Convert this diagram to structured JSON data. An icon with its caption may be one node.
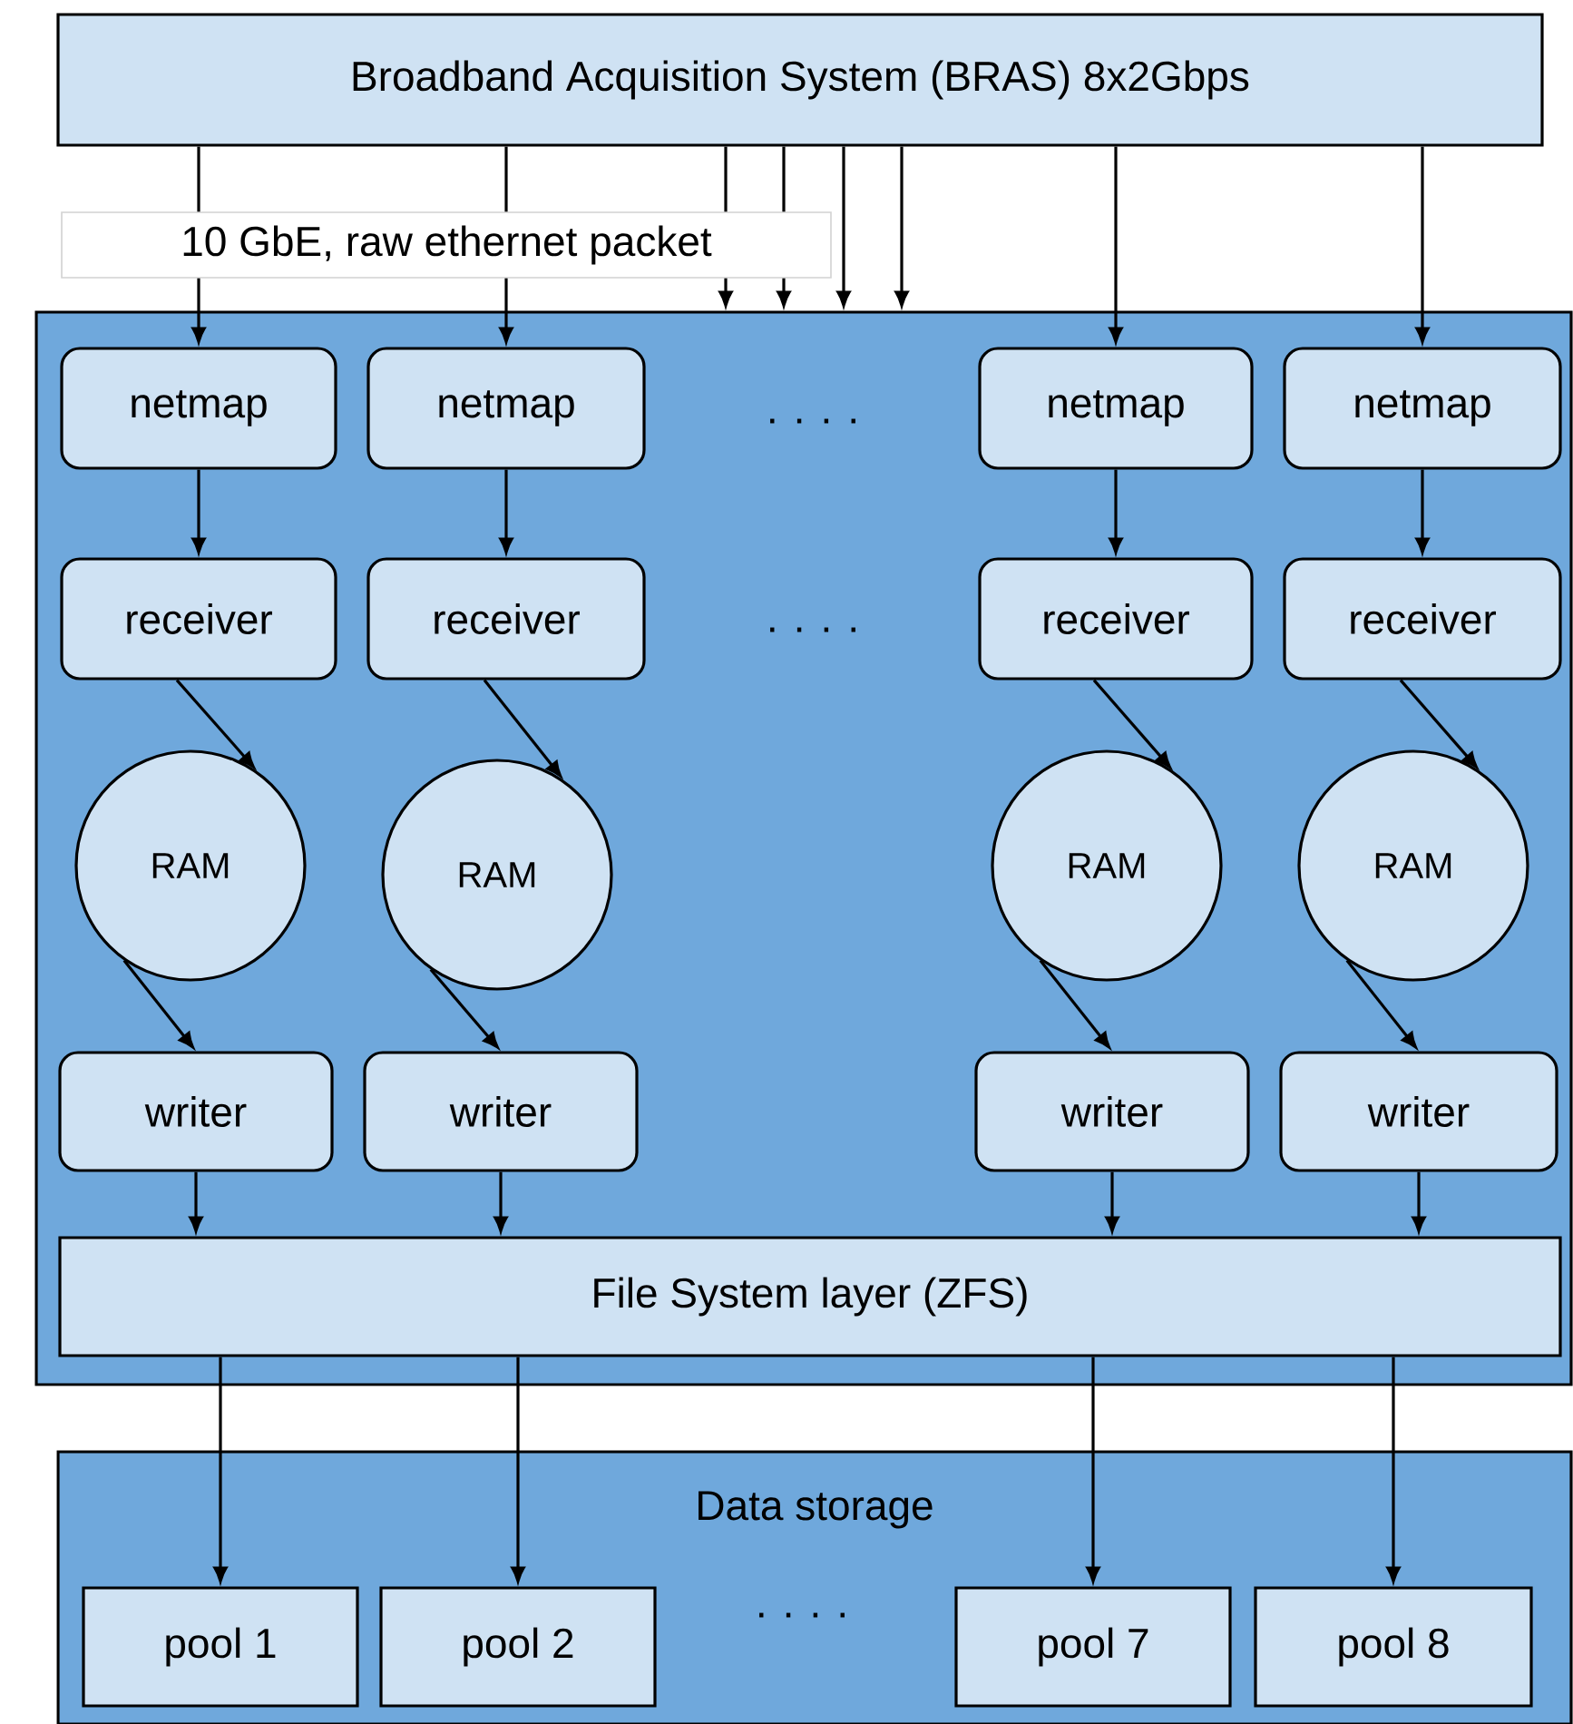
{
  "diagram": {
    "nodes": [
      {
        "text": [
          "Broadband Acquisition System (BRAS)  8x2Gbps"
        ]
      },
      {
        "text": [],
        "shape": "box"
      },
      {
        "text": [
          "netmap"
        ],
        "in": 1
      },
      {
        "text": [
          "netmap"
        ],
        "in": 1
      },
      {
        "text": [
          "netmap"
        ],
        "in": 1
      },
      {
        "text": [
          "netmap"
        ],
        "in": 1
      },
      {
        "text": [
          "receiver"
        ],
        "in": 1
      },
      {
        "text": [
          "receiver"
        ],
        "in": 1
      },
      {
        "text": [
          "receiver"
        ],
        "in": 1
      },
      {
        "text": [
          "receiver"
        ],
        "in": 1
      },
      {
        "text": [
          "RAM"
        ],
        "in": 1
      },
      {
        "text": [
          "RAM"
        ],
        "in": 1
      },
      {
        "text": [
          "RAM"
        ],
        "in": 1
      },
      {
        "text": [
          "RAM"
        ],
        "in": 1
      },
      {
        "text": [
          "writer"
        ],
        "in": 1
      },
      {
        "text": [
          "writer"
        ],
        "in": 1
      },
      {
        "text": [
          "writer"
        ],
        "in": 1
      },
      {
        "text": [
          "writer"
        ],
        "in": 1
      },
      {
        "text": [
          "File System layer (ZFS)"
        ],
        "in": 1
      },
      {
        "text": [
          "Data storage"
        ]
      },
      {
        "text": [
          "pool 1"
        ],
        "in": 19
      },
      {
        "text": [
          "pool 2"
        ],
        "in": 19
      },
      {
        "text": [
          "pool 7"
        ],
        "in": 19
      },
      {
        "text": [
          "pool 8"
        ],
        "in": 19
      }
    ],
    "edges": [
      {
        "from": 0,
        "to": 2,
        "arrow": "to"
      },
      {
        "from": 0,
        "to": 3,
        "arrow": "to"
      },
      {
        "from": 0,
        "to": 1,
        "arrow": "to"
      },
      {
        "from": 0,
        "to": 1,
        "arrow": "to"
      },
      {
        "from": 0,
        "to": 1,
        "arrow": "to"
      },
      {
        "from": 0,
        "to": 1,
        "arrow": "to"
      },
      {
        "from": 0,
        "to": 4,
        "arrow": "to"
      },
      {
        "from": 0,
        "to": 5,
        "arrow": "to"
      },
      {
        "from": 2,
        "to": 6,
        "arrow": "to"
      },
      {
        "from": 3,
        "to": 7,
        "arrow": "to"
      },
      {
        "from": 4,
        "to": 8,
        "arrow": "to"
      },
      {
        "from": 5,
        "to": 9,
        "arrow": "to"
      },
      {
        "from": 6,
        "to": 10,
        "arrow": "to"
      },
      {
        "from": 7,
        "to": 11,
        "arrow": "to"
      },
      {
        "from": 8,
        "to": 12,
        "arrow": "to"
      },
      {
        "from": 9,
        "to": 13,
        "arrow": "to"
      },
      {
        "from": 10,
        "to": 14,
        "arrow": "to"
      },
      {
        "from": 11,
        "to": 15,
        "arrow": "to"
      },
      {
        "from": 12,
        "to": 16,
        "arrow": "to"
      },
      {
        "from": 13,
        "to": 17,
        "arrow": "to"
      },
      {
        "from": 14,
        "to": 18,
        "arrow": "to"
      },
      {
        "from": 15,
        "to": 18,
        "arrow": "to"
      },
      {
        "from": 16,
        "to": 18,
        "arrow": "to"
      },
      {
        "from": 17,
        "to": 18,
        "arrow": "to"
      },
      {
        "from": 18,
        "to": 20,
        "arrow": "to"
      },
      {
        "from": 18,
        "to": 21,
        "arrow": "to"
      },
      {
        "from": 18,
        "to": 22,
        "arrow": "to"
      },
      {
        "from": 18,
        "to": 23,
        "arrow": "to"
      }
    ],
    "labels": [
      "10 GbE, raw ethernet packet",
      ". . . .",
      ". . . .",
      ". . . ."
    ]
  }
}
